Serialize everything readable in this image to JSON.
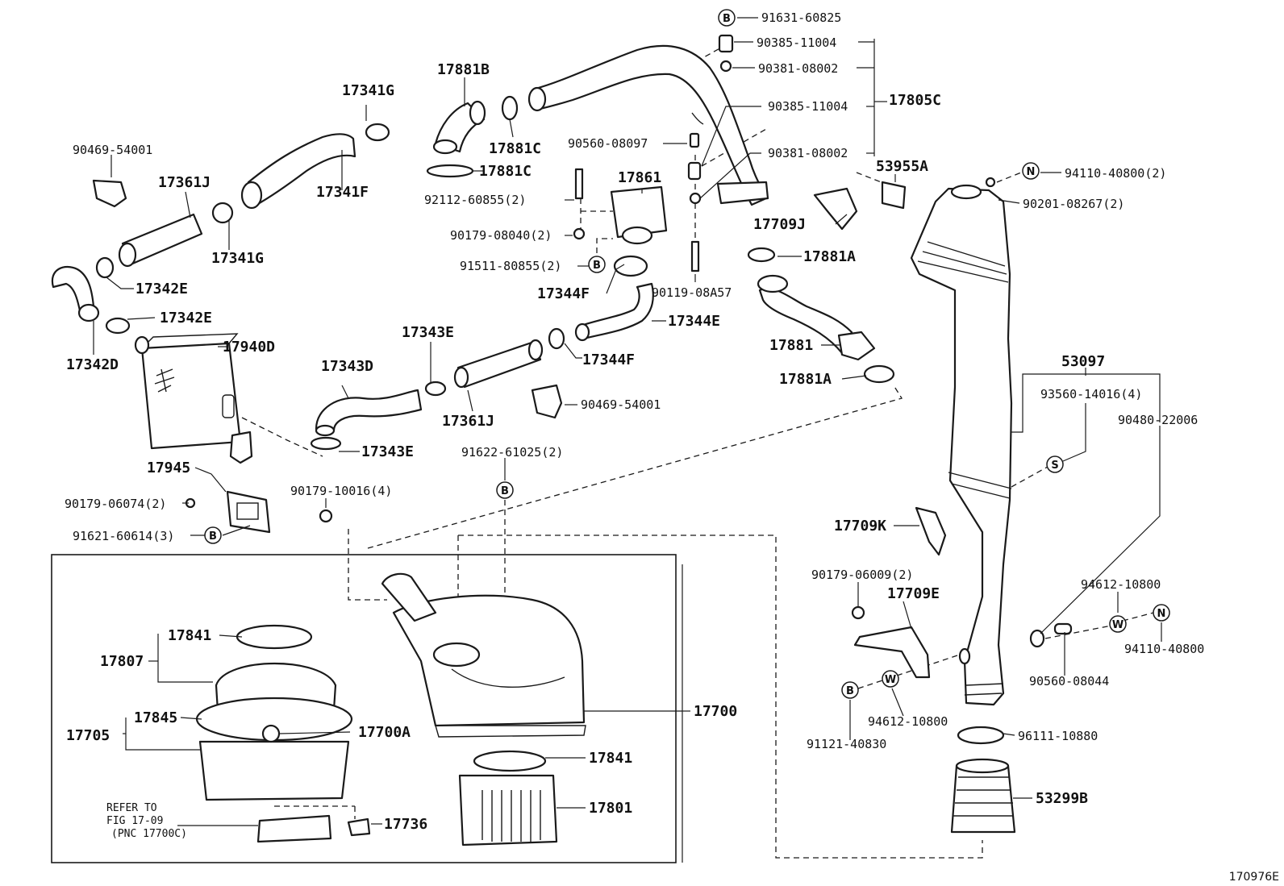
{
  "figure_code": "170976E",
  "frame_group_label": "17700",
  "refer_note": {
    "line1": "REFER TO",
    "line2": "FIG 17-09",
    "line3": "(PNC 17700C)"
  },
  "symbols": {
    "b": "B",
    "n": "N",
    "s": "S",
    "w": "W"
  },
  "parts": {
    "p91631_60825": "91631-60825",
    "p90385_11004_a": "90385-11004",
    "p90381_08002_a": "90381-08002",
    "p90385_11004_b": "90385-11004",
    "p90381_08002_b": "90381-08002",
    "p17805C": "17805C",
    "p90560_08097": "90560-08097",
    "p17881B": "17881B",
    "p17881C_a": "17881C",
    "p17881C_b": "17881C",
    "p92112_60855": "92112-60855(2)",
    "p17861": "17861",
    "p90179_08040": "90179-08040(2)",
    "p91511_80855": "91511-80855(2)",
    "p17344F_a": "17344F",
    "p90119_08A57": "90119-08A57",
    "p17344E": "17344E",
    "p17344F_b": "17344F",
    "p90469_54001_a": "90469-54001",
    "p17343E_a": "17343E",
    "p17361J_b": "17361J",
    "p90469_54001_b": "90469-54001",
    "p17341G_a": "17341G",
    "p17361J_a": "17361J",
    "p17341F": "17341F",
    "p17341G_b": "17341G",
    "p17342E_a": "17342E",
    "p17342E_b": "17342E",
    "p17342D": "17342D",
    "p17940D": "17940D",
    "p17343D": "17343D",
    "p17343E_b": "17343E",
    "p17945": "17945",
    "p90179_06074": "90179-06074(2)",
    "p91621_60614": "91621-60614(3)",
    "p91622_61025": "91622-61025(2)",
    "p90179_10016": "90179-10016(4)",
    "p53955A": "53955A",
    "p17709J": "17709J",
    "p17881A_a": "17881A",
    "p17881": "17881",
    "p17881A_b": "17881A",
    "p94110_40800_2": "94110-40800(2)",
    "p90201_08267": "90201-08267(2)",
    "p53097": "53097",
    "p93560_14016": "93560-14016(4)",
    "p90480_22006": "90480-22006",
    "p17709K": "17709K",
    "p90179_06009": "90179-06009(2)",
    "p17709E": "17709E",
    "p94612_10800_a": "94612-10800",
    "p94110_40800": "94110-40800",
    "p90560_08044": "90560-08044",
    "p94612_10800_b": "94612-10800",
    "p91121_40830": "91121-40830",
    "p96111_10880": "96111-10880",
    "p53299B": "53299B",
    "p17841_a": "17841",
    "p17807": "17807",
    "p17845": "17845",
    "p17705": "17705",
    "p17700A": "17700A",
    "p17700": "17700",
    "p17841_b": "17841",
    "p17801": "17801",
    "p17736": "17736"
  }
}
